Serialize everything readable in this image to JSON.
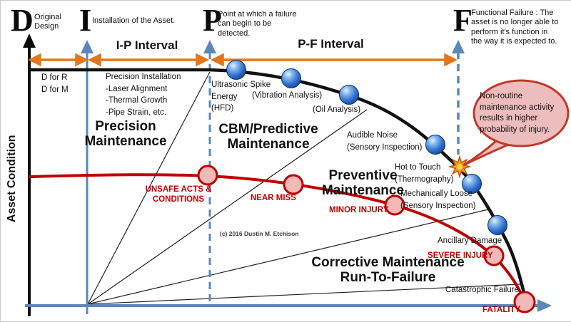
{
  "title": "P-F Curve Maintenance Diagram",
  "axes": {
    "y_label": "Asset Condition"
  },
  "timeline": {
    "points": [
      {
        "letter": "D",
        "description": "Original\nDesign"
      },
      {
        "letter": "I",
        "description": "Installation of the Asset."
      },
      {
        "letter": "P",
        "description": "Point at which a failure\ncan begin to be\ndetected."
      },
      {
        "letter": "F",
        "description": "Functional Failure : The\nasset is no longer able to\nperform it's function in\nthe way it is expected to."
      }
    ],
    "intervals": [
      {
        "label": "I-P Interval"
      },
      {
        "label": "P-F Interval"
      }
    ]
  },
  "design_note": "D for R\nD for M",
  "precision_details": "Precision Installation\n-Laser Alignment\n-Thermal Growth\n-Pipe Strain, etc.",
  "strategies": [
    {
      "label": "Precision\nMaintenance"
    },
    {
      "label": "CBM/Predictive\nMaintenance"
    },
    {
      "label": "Preventive\nMaintenance"
    },
    {
      "label": "Corrective Maintenance\nRun-To-Failure"
    }
  ],
  "detection_points": [
    "Ultrasonic Spike\nEnergy\n(HFD)",
    "(Vibration Analysis)",
    "(Oil Analysis)",
    "Audible Noise\n(Sensory Inspection)",
    "Hot to Touch\n(Thermography)",
    "Mechanically Loose\n(Sensory Inspection)",
    "Ancillary Damage",
    "Catastrophic Failure"
  ],
  "safety_events": [
    "UNSAFE ACTS &\nCONDITIONS",
    "NEAR MISS",
    "MINOR INJURY",
    "SEVERE INJURY",
    "FATALITY"
  ],
  "callout": {
    "text": "Non-routine\nmaintenance activity\nresults in higher\nprobability of injury."
  },
  "copyright": "(c) 2016 Dustin M. Etchison",
  "colors": {
    "curve_black": "#111111",
    "curve_red": "#c00000",
    "axis_blue": "#5b87b8",
    "arrow_orange": "#e2761b",
    "bubble_fill": "#edbcbc",
    "event_fill": "#f2b9b9",
    "globe_blue": "#2f6fd0",
    "starburst_orange": "#f59a1c"
  }
}
